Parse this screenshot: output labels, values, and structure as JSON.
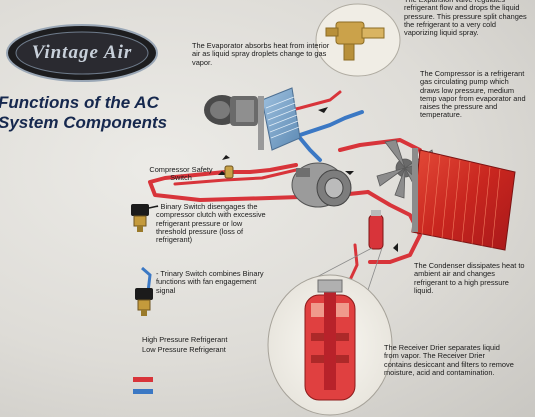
{
  "logo": {
    "text": "Vintage Air"
  },
  "title": {
    "line1": "Functions of the AC",
    "line2": "System Components"
  },
  "labels": {
    "expansion": "The Expansion valve regulates refrigerant flow and drops the liquid pressure. This pressure split changes the refrigerant to a very cold vaporizing liquid spray.",
    "evaporator": "The Evaporator absorbs heat from interior air as liquid spray droplets change to gas vapor.",
    "compressor": "The Compressor is a refrigerant gas circulating pump which draws low pressure, medium temp vapor from evaporator and raises the pressure and temperature.",
    "safety_switch": "Compressor Safety Switch",
    "binary": "- Binary Switch disengages the compressor clutch with excessive refrigerant pressure or low threshold pressure (loss of refrigerant)",
    "trinary": "- Trinary Switch combines Binary functions with fan engagement signal",
    "condenser": "The Condenser dissipates heat to ambient air and changes refrigerant to a high pressure liquid.",
    "receiver": "The Receiver Drier separates liquid from vapor. The Receiver Drier contains desiccant and filters to remove moisture, acid and contamination."
  },
  "legend": {
    "high": "High Pressure Refrigerant",
    "low": "Low Pressure Refrigerant",
    "high_color": "#d8343a",
    "low_color": "#3b78c4"
  }
}
